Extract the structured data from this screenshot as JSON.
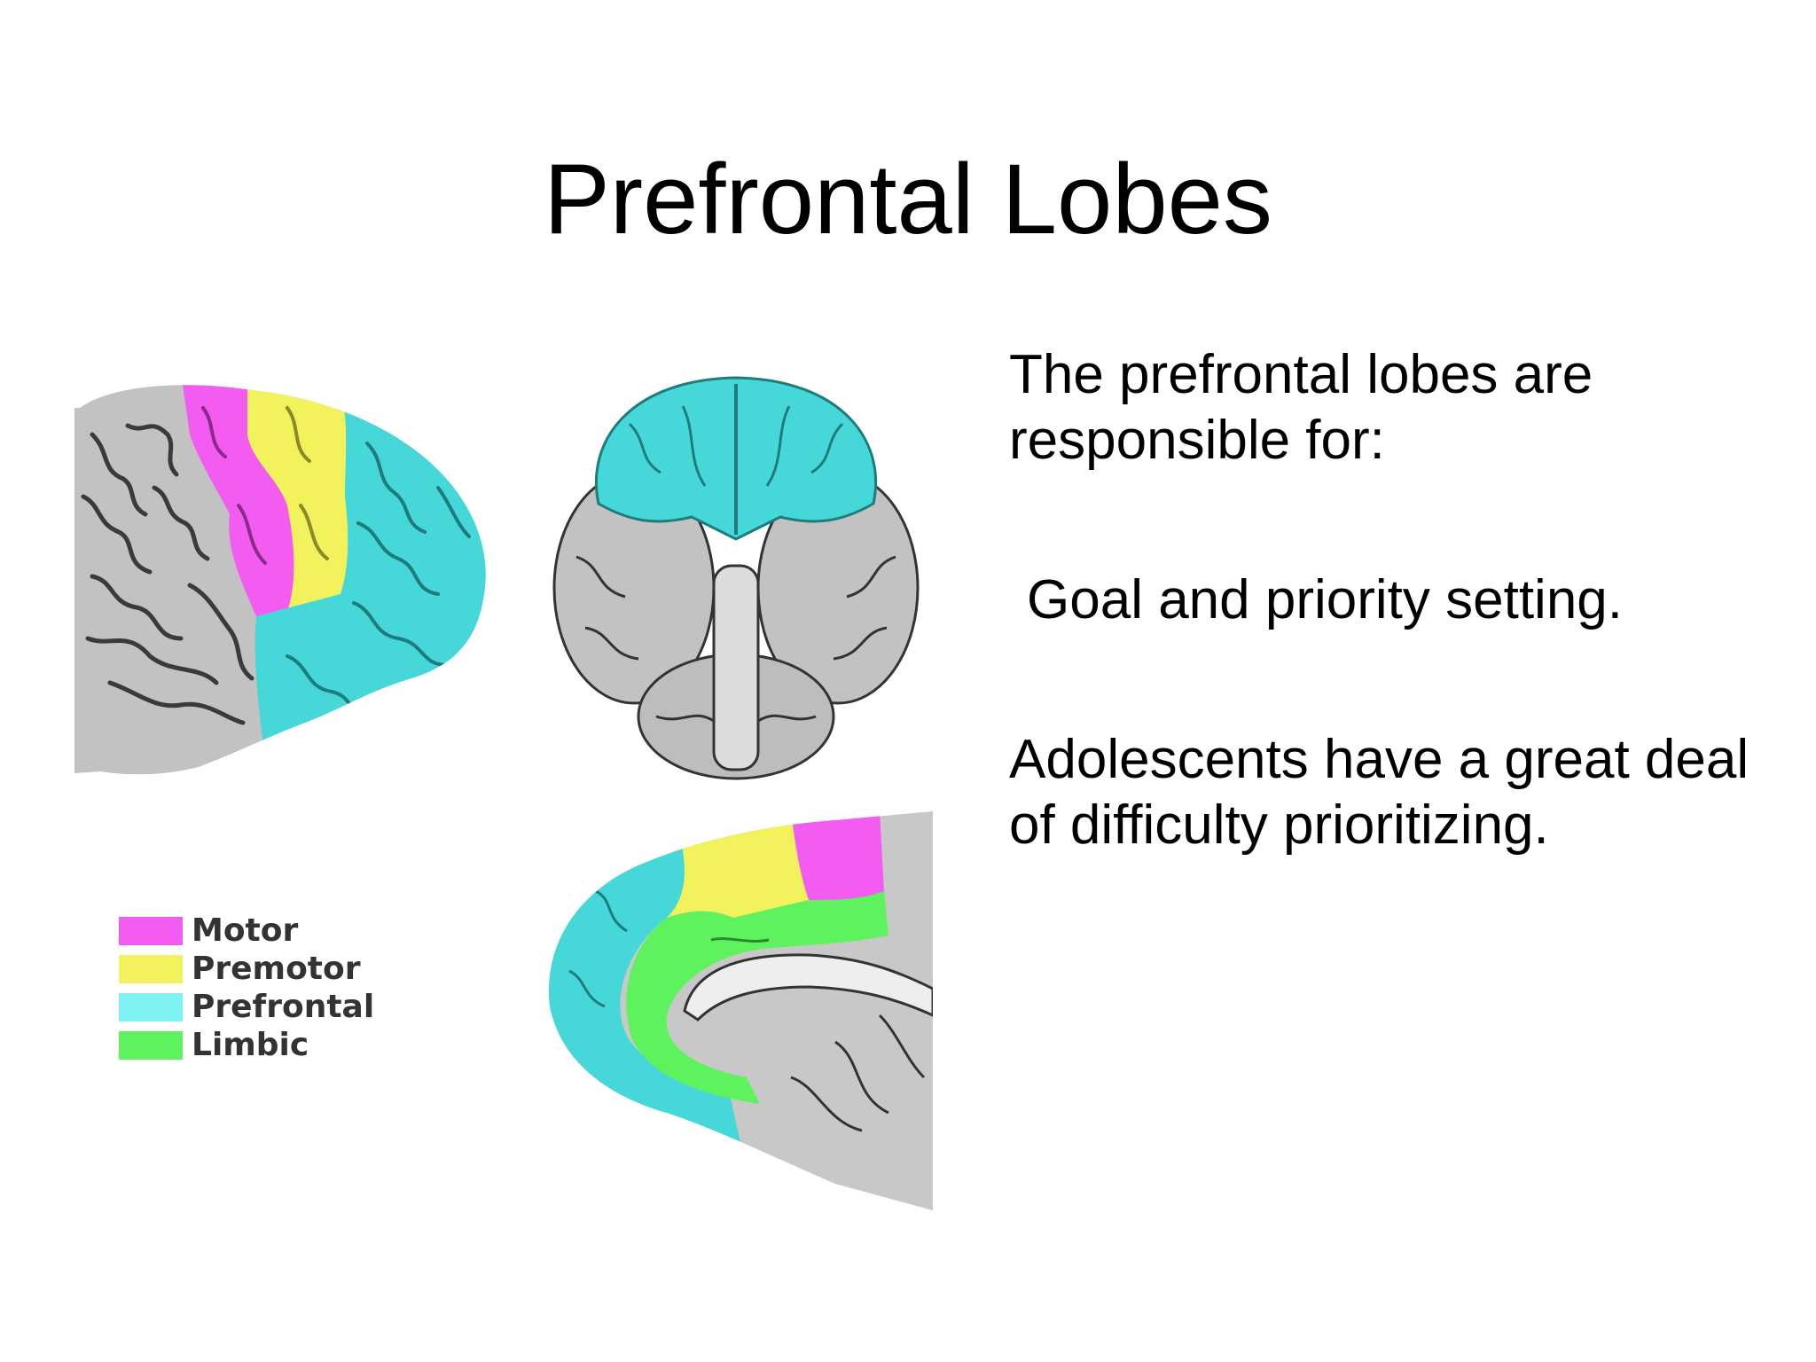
{
  "slide": {
    "title": "Prefrontal Lobes",
    "paragraphs": [
      "The prefrontal lobes are responsible for:",
      "Goal and priority setting.",
      "Adolescents have a great deal of difficulty prioritizing."
    ]
  },
  "legend": {
    "items": [
      {
        "label": "Motor",
        "color": "#f25cf0"
      },
      {
        "label": "Premotor",
        "color": "#f2f25c"
      },
      {
        "label": "Prefrontal",
        "color": "#7ff2f2"
      },
      {
        "label": "Limbic",
        "color": "#5ff25f"
      }
    ]
  },
  "colors": {
    "motor": "#f25cf0",
    "premotor": "#f2f25c",
    "prefrontal": "#46d8d8",
    "limbic": "#5ff25f",
    "cortex": "#b8b8b8",
    "sulci": "#3a3a3a"
  },
  "figures": [
    {
      "name": "lateral-brain-view"
    },
    {
      "name": "ventral-brain-view"
    },
    {
      "name": "medial-brain-view"
    }
  ]
}
